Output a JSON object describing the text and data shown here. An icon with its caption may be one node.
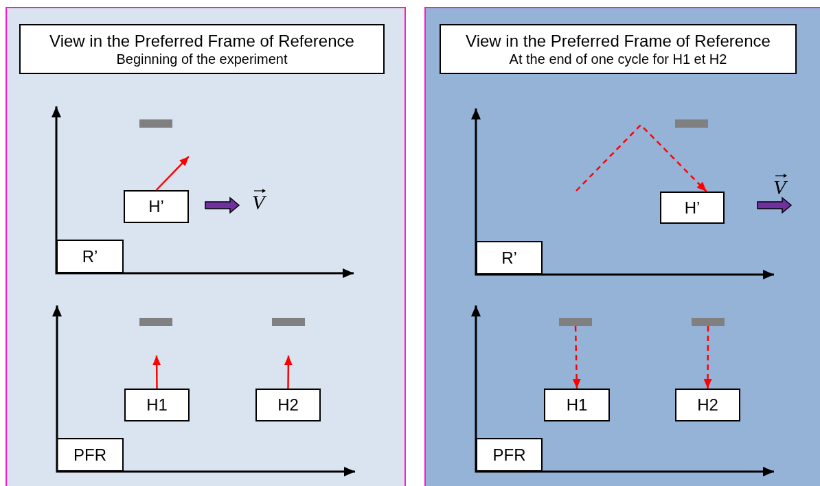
{
  "diagram": {
    "nodes": [
      {
        "text": [],
        "shape": "box"
      },
      {
        "text": [
          "View in the Preferred Frame of Reference",
          "Beginning of the experiment"
        ],
        "in": 0
      },
      {
        "text": [],
        "shape": "bar",
        "in": 0
      },
      {
        "text": [
          "H’"
        ],
        "in": 0
      },
      {
        "text": [
          "R’"
        ],
        "in": 0
      },
      {
        "text": [],
        "shape": "bar",
        "in": 0
      },
      {
        "text": [],
        "shape": "bar",
        "in": 0
      },
      {
        "text": [
          "H1"
        ],
        "in": 0
      },
      {
        "text": [
          "H2"
        ],
        "in": 0
      },
      {
        "text": [
          "PFR"
        ],
        "in": 0
      },
      {
        "text": [],
        "shape": "box"
      },
      {
        "text": [
          "View in the Preferred Frame of Reference",
          "At the end of one cycle for H1 et H2"
        ],
        "in": 10
      },
      {
        "text": [],
        "shape": "bar",
        "in": 10
      },
      {
        "text": [
          "H’"
        ],
        "in": 10
      },
      {
        "text": [
          "R’"
        ],
        "in": 10
      },
      {
        "text": [],
        "shape": "bar",
        "in": 10
      },
      {
        "text": [],
        "shape": "bar",
        "in": 10
      },
      {
        "text": [
          "H1"
        ],
        "in": 10
      },
      {
        "text": [
          "H2"
        ],
        "in": 10
      },
      {
        "text": [
          "PFR"
        ],
        "in": 10
      }
    ],
    "edges": [
      {
        "from": 3,
        "to": null,
        "arrow": "to"
      },
      {
        "from": 7,
        "to": null,
        "arrow": "to"
      },
      {
        "from": 8,
        "to": null,
        "arrow": "to"
      },
      {
        "from": 15,
        "to": 17,
        "arrow": "to",
        "style": "dashed"
      },
      {
        "from": 16,
        "to": 18,
        "arrow": "to",
        "style": "dashed"
      },
      {
        "from": null,
        "to": 13,
        "arrow": "to",
        "style": "dashed"
      }
    ],
    "labels": [
      "V",
      "V"
    ]
  }
}
